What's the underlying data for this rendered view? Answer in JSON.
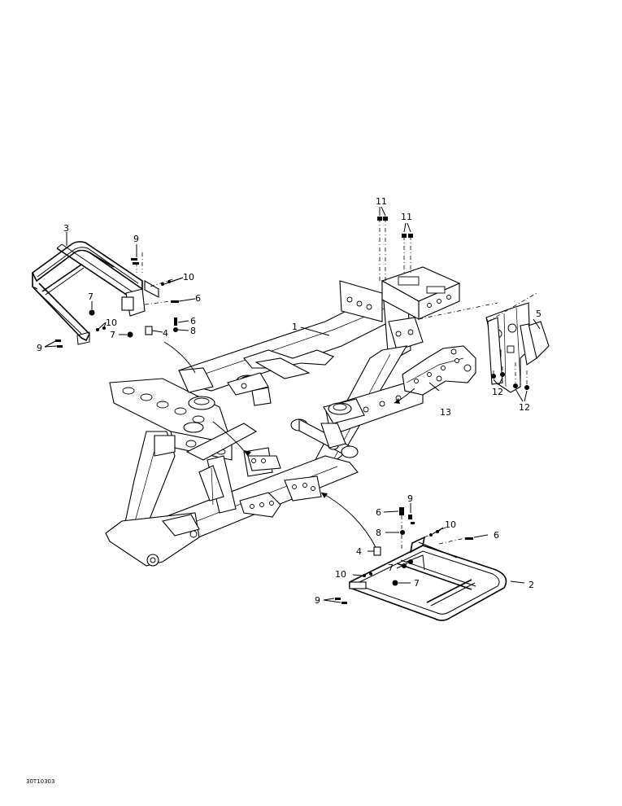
{
  "drawing_code": "30T10303",
  "callouts": {
    "frame": "1",
    "rear_rack": "2",
    "front_rack": "3",
    "spacer_front": "4",
    "spacer_rear": "4",
    "skid_plate": "5",
    "bolt_front": "6",
    "bolt_front_b": "6",
    "bolt_rear_a": "6",
    "bolt_rear_b": "6",
    "nut_front_a": "7",
    "nut_front_b": "7",
    "nut_rear_a": "7",
    "nut_rear_b": "7",
    "washer_front": "8",
    "washer_rear": "8",
    "screw_front_a": "9",
    "screw_front_b": "9",
    "screw_rear_a": "9",
    "screw_rear_b": "9",
    "washer_front_a": "10",
    "washer_front_b": "10",
    "washer_rear_a": "10",
    "washer_rear_b": "10",
    "bolt_top_a": "11",
    "bolt_top_b": "11",
    "nut_skid_a": "12",
    "nut_skid_b": "12",
    "bracket": "13"
  }
}
